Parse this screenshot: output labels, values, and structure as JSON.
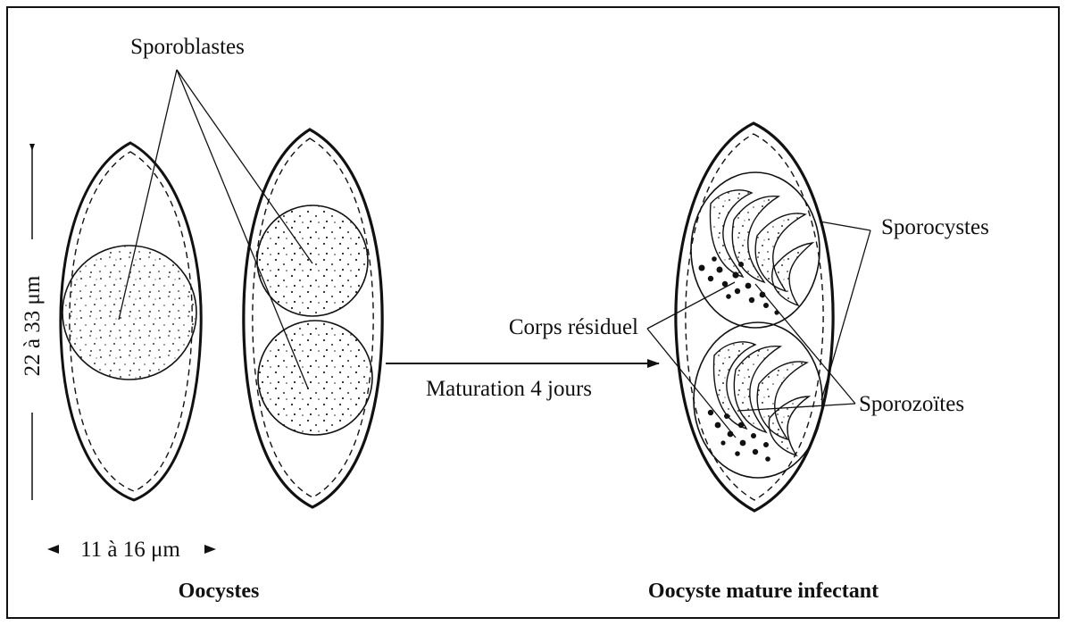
{
  "labels": {
    "sporoblastes": "Sporoblastes",
    "length_measure": "22 à 33 μm",
    "width_measure": "11 à 16 μm",
    "oocystes": "Oocystes",
    "maturation": "Maturation 4 jours",
    "corps_residuel": "Corps résiduel",
    "sporocystes": "Sporocystes",
    "sporozoites": "Sporozoïtes",
    "oocyste_mature": "Oocyste mature infectant"
  },
  "colors": {
    "ink": "#111111",
    "background": "#ffffff"
  }
}
